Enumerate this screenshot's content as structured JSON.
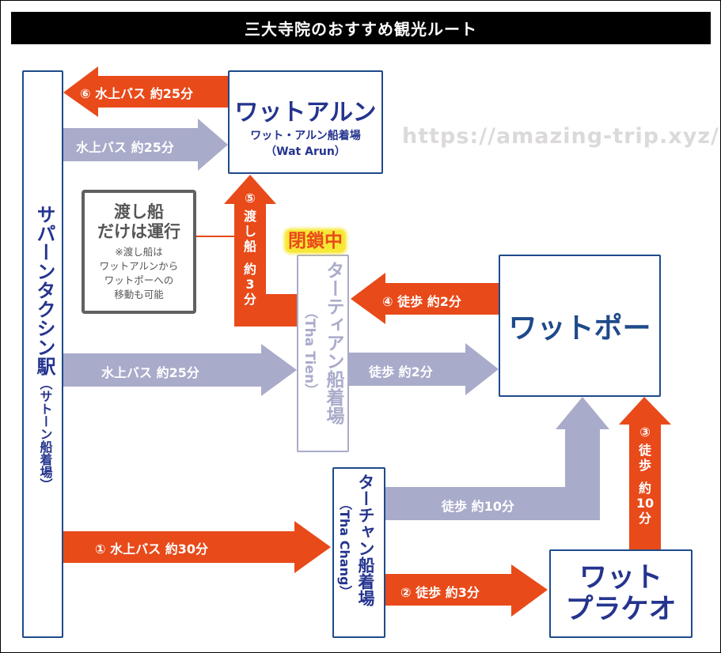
{
  "title": "三大寺院のおすすめ観光ルート",
  "watermark": "https://amazing-trip.xyz/",
  "colors": {
    "route": "#e84a1a",
    "alt": "#a9abca",
    "box_border": "#1e4a8a",
    "text_navy": "#25348e",
    "closed_text": "#e84a1a",
    "closed_glow": "#f7e835",
    "note_border": "#606060"
  },
  "stations": {
    "saphan": {
      "name": "サパーンタクシン駅",
      "sub": "（サトーン船着場）"
    },
    "wat_arun": {
      "name": "ワットアルン",
      "sub": "ワット・アルン船着場",
      "en": "（Wat Arun）"
    },
    "tha_tien": {
      "name": "ターティアン船着場",
      "en": "（Tha Tien）",
      "status": "閉鎖中"
    },
    "wat_pho": {
      "name": "ワットポー"
    },
    "tha_chang": {
      "name": "ターチャン船着場",
      "en": "（Tha Chang）"
    },
    "wat_phra_kaew": {
      "line1": "ワット",
      "line2": "プラケオ"
    }
  },
  "note": {
    "heading1": "渡し船",
    "heading2": "だけは運行",
    "lines": [
      "※渡し船は",
      "ワットアルンから",
      "ワットポーへの",
      "移動も可能"
    ]
  },
  "routes": {
    "r1": "① 水上バス 約30分",
    "r2": "② 徒歩 約3分",
    "r3": {
      "num": "③",
      "lines": [
        "徒",
        "歩",
        "約",
        "10",
        "分"
      ]
    },
    "r4": "④ 徒歩 約2分",
    "r5": {
      "num": "⑤",
      "lines": [
        "渡",
        "し",
        "船",
        "約",
        "3",
        "分"
      ]
    },
    "r6": "⑥ 水上バス 約25分"
  },
  "alt_routes": {
    "a_saphan_arun": "水上バス 約25分",
    "a_saphan_tien": "水上バス 約25分",
    "a_tien_pho": "徒歩 約2分",
    "a_chang_pho": "徒歩 約10分"
  }
}
